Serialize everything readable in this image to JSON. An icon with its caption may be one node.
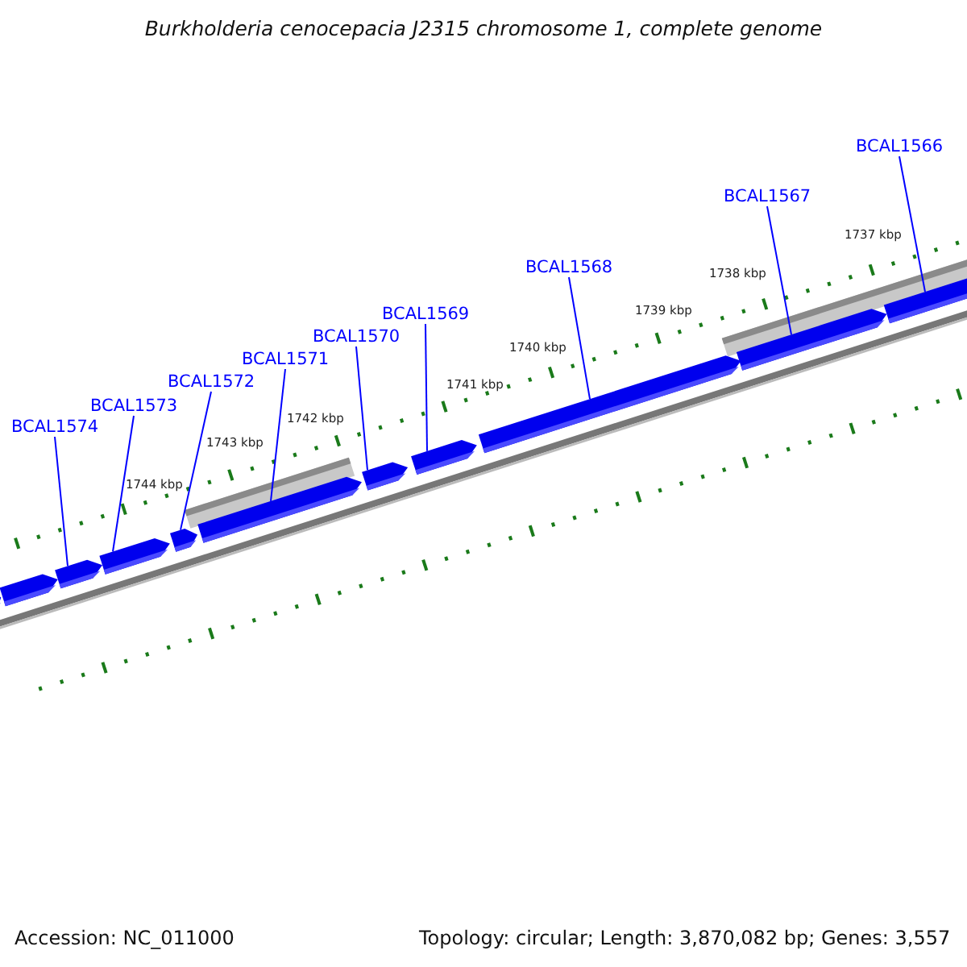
{
  "diagram": {
    "title": "Burkholderia cenocepacia J2315 chromosome 1, complete genome",
    "nodes": [
      {
        "text": [
          "BCAL1574"
        ]
      },
      {
        "text": [
          "BCAL1573"
        ]
      },
      {
        "text": [
          "BCAL1572"
        ]
      },
      {
        "text": [
          "BCAL1571"
        ]
      },
      {
        "text": [
          "BCAL1570"
        ]
      },
      {
        "text": [
          "BCAL1569"
        ]
      },
      {
        "text": [
          "BCAL1568"
        ]
      },
      {
        "text": [
          "BCAL1567"
        ]
      },
      {
        "text": [
          "BCAL1566"
        ]
      },
      {
        "text": [],
        "shape": "bar"
      },
      {
        "text": [],
        "shape": "bar"
      },
      {
        "text": [],
        "shape": "bar"
      },
      {
        "text": [],
        "shape": "bar"
      },
      {
        "text": [],
        "shape": "bar"
      },
      {
        "text": [],
        "shape": "bar"
      },
      {
        "text": [],
        "shape": "bar"
      },
      {
        "text": [],
        "shape": "bar"
      },
      {
        "text": [],
        "shape": "bar"
      },
      {
        "text": [],
        "shape": "bar"
      },
      {
        "text": [],
        "shape": "bar"
      }
    ],
    "edges": [
      {
        "from": 0,
        "to": 11,
        "arrow": "none"
      },
      {
        "from": 1,
        "to": 12,
        "arrow": "none"
      },
      {
        "from": 2,
        "to": 13,
        "arrow": "none"
      },
      {
        "from": 3,
        "to": 14,
        "arrow": "none"
      },
      {
        "from": 4,
        "to": 15,
        "arrow": "none"
      },
      {
        "from": 5,
        "to": 16,
        "arrow": "none"
      },
      {
        "from": 6,
        "to": 17,
        "arrow": "none"
      },
      {
        "from": 7,
        "to": 18,
        "arrow": "none"
      },
      {
        "from": 8,
        "to": 19,
        "arrow": "none"
      }
    ],
    "labels": [
      "1737 kbp",
      "1738 kbp",
      "1739 kbp",
      "1740 kbp",
      "1741 kbp",
      "1742 kbp",
      "1743 kbp",
      "1744 kbp",
      "Accession: NC_011000",
      "Topology: circular; Length: 3,870,082 bp; Genes: 3,557"
    ]
  }
}
